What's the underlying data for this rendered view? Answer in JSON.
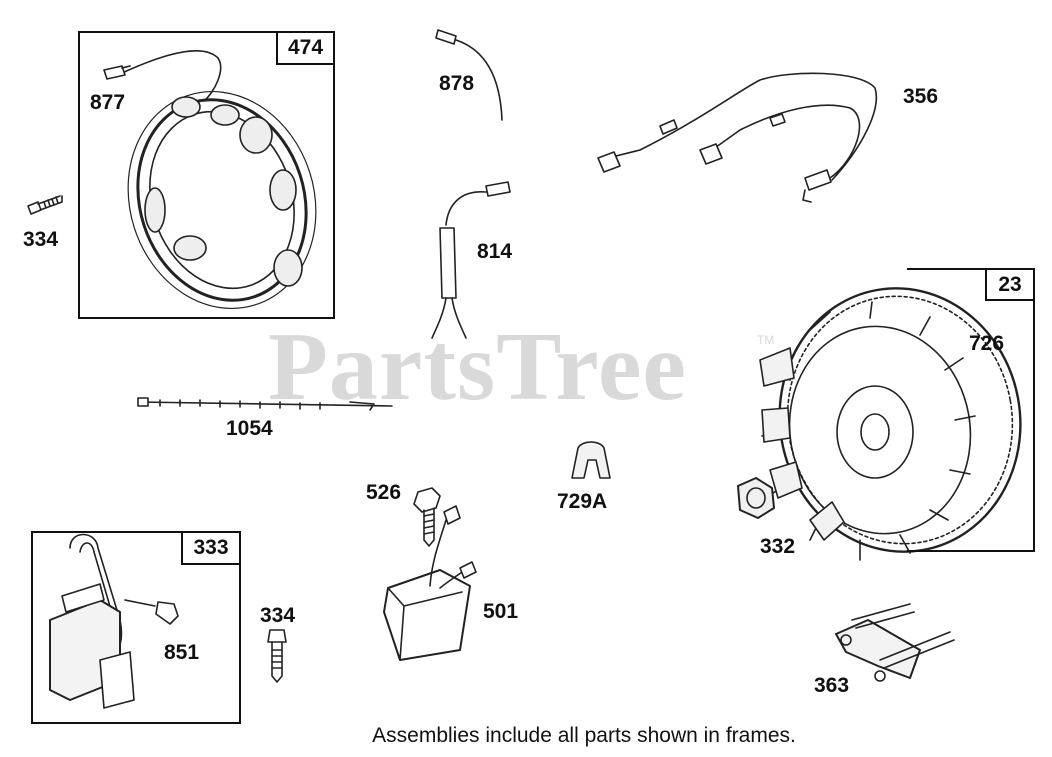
{
  "watermark": {
    "text": "PartsTree",
    "trademark": "TM"
  },
  "frames": {
    "stator": "474",
    "ignition": "333",
    "flywheel": "23"
  },
  "labels": {
    "p877": "877",
    "p334a": "334",
    "p878": "878",
    "p356": "356",
    "p814": "814",
    "p726": "726",
    "p1054": "1054",
    "p526": "526",
    "p729a": "729A",
    "p332": "332",
    "p501": "501",
    "p334b": "334",
    "p851": "851",
    "p363": "363"
  },
  "footer": "Assemblies include all parts shown in frames."
}
